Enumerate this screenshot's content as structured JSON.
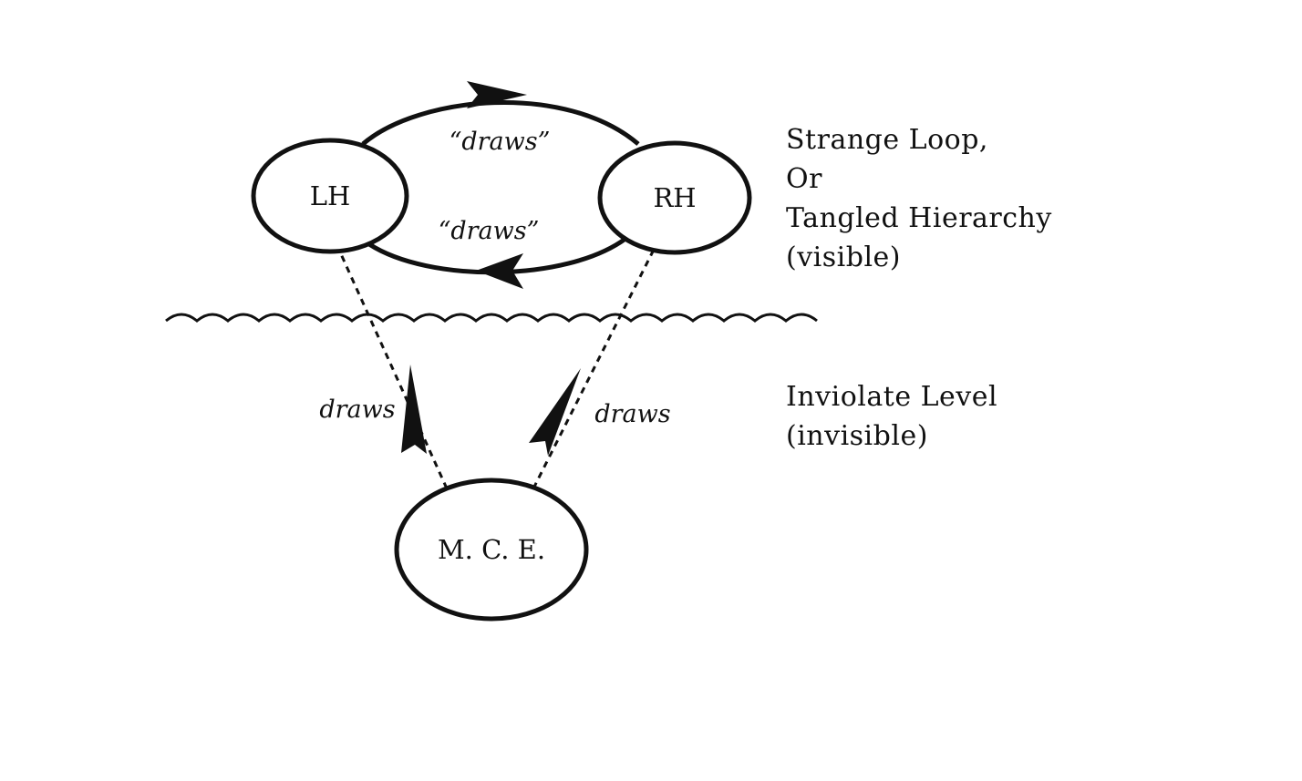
{
  "nodes": {
    "lh": "LH",
    "rh": "RH",
    "mce": "M. C. E."
  },
  "edges": {
    "top_label": "“draws”",
    "bottom_label": "“draws”",
    "left_label": "draws",
    "right_label": "draws"
  },
  "upper_level": {
    "line1": "Strange Loop,",
    "line2": "Or",
    "line3": "Tangled Hierarchy",
    "line4": "(visible)"
  },
  "lower_level": {
    "line1": "Inviolate Level",
    "line2": "(invisible)"
  },
  "colors": {
    "ink": "#111111",
    "background": "#ffffff"
  }
}
